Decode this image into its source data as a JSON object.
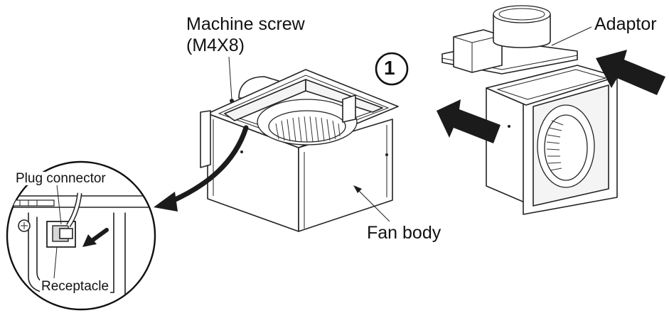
{
  "labels": {
    "machine_screw_line1": "Machine screw",
    "machine_screw_line2": "(M4X8)",
    "step_number": "1",
    "adaptor": "Adaptor",
    "fan_body": "Fan body",
    "plug_connector": "Plug connector",
    "receptacle": "Receptacle"
  },
  "colors": {
    "line": "#222222",
    "arrow": "#1b1b1b",
    "background": "#ffffff"
  },
  "icons": {
    "step_marker": "circled-number-icon",
    "insert_arrows": "block-arrow-icon",
    "detail_pointer": "curved-arrow-icon"
  }
}
